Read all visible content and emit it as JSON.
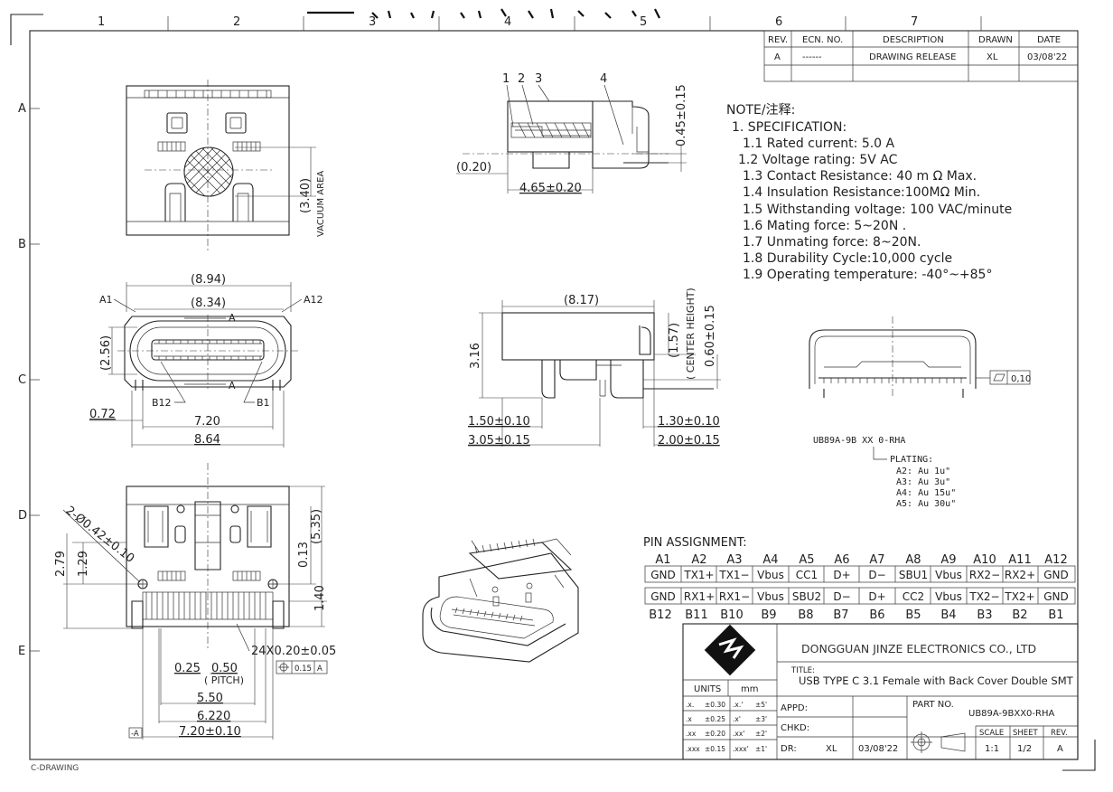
{
  "grid": {
    "columns": [
      "1",
      "2",
      "3",
      "4",
      "5",
      "6",
      "7"
    ],
    "rows": [
      "A",
      "B",
      "C",
      "D",
      "E"
    ]
  },
  "revision_table": {
    "headers": [
      "REV.",
      "ECN. NO.",
      "DESCRIPTION",
      "DRAWN",
      "DATE"
    ],
    "row": [
      "A",
      "------",
      "DRAWING RELEASE",
      "XL",
      "03/08'22"
    ]
  },
  "notes": {
    "heading": "NOTE/注释:",
    "section": "1. SPECIFICATION:",
    "items": [
      "1.1  Rated current: 5.0 A",
      "1.2 Voltage rating: 5V AC",
      "1.3  Contact Resistance: 40 m Ω Max.",
      "1.4  Insulation Resistance:100MΩ Min.",
      "1.5  Withstanding voltage: 100 VAC/minute",
      "1.6  Mating force: 5~20N .",
      "1.7  Unmating force: 8~20N.",
      "1.8  Durability Cycle:10,000  cycle",
      "1.9 Operating temperature: -40°~+85°"
    ]
  },
  "top_view": {
    "dim_340": "(3.40)",
    "vacuum": "VACUUM AREA"
  },
  "side_view": {
    "callouts": [
      "1",
      "2",
      "3",
      "4"
    ],
    "dim_045": "0.45±0.15",
    "dim_020": "(0.20)",
    "dim_465": "4.65±0.20"
  },
  "front_view": {
    "dim_894": "(8.94)",
    "dim_834": "(8.34)",
    "a1": "A1",
    "a12": "A12",
    "a": "A",
    "a_bottom": "A",
    "b12": "B12",
    "b1": "B1",
    "dim_256": "(2.56)",
    "dim_072": "0.72",
    "dim_720": "7.20",
    "dim_864": "8.64"
  },
  "section_view": {
    "dim_817": "(8.17)",
    "dim_316": "3.16",
    "dim_157": "(1.57)",
    "center_height": "( CENTER HEIGHT)",
    "dim_060": "0.60±0.15",
    "dim_150": "1.50±0.10",
    "dim_305": "3.05±0.15",
    "dim_130": "1.30±0.10",
    "dim_200": "2.00±0.15"
  },
  "end_view": {
    "flatness": "0,10"
  },
  "part_code": {
    "code": "UB89A-9B XX 0-RHA",
    "plating_label": "PLATING:",
    "plating": [
      "A2:  Au  1u\"",
      "A3:  Au  3u\"",
      "A4:  Au  15u\"",
      "A5:  Au  30u\""
    ]
  },
  "bottom_view": {
    "dim_holes": "2-Ø0.42±0.10",
    "dim_279": "2.79",
    "dim_129": "1.29",
    "dim_535": "(5.35)",
    "dim_013": "0.13",
    "dim_140": "1.40",
    "dim_24x": "24X0.20±0.05",
    "dim_025": "0.25",
    "dim_050": "0.50",
    "pitch": "( PITCH)",
    "position_tol": "0.15",
    "datum": "A",
    "dim_550": "5.50",
    "dim_622": "6.220",
    "dim_720": "7.20±0.10",
    "datum_box": "-A"
  },
  "pin_assignment": {
    "title": "PIN ASSIGNMENT:",
    "top_labels": [
      "A1",
      "A2",
      "A3",
      "A4",
      "A5",
      "A6",
      "A7",
      "A8",
      "A9",
      "A10",
      "A11",
      "A12"
    ],
    "row_a": [
      "GND",
      "TX1+",
      "TX1−",
      "Vbus",
      "CC1",
      "D+",
      "D−",
      "SBU1",
      "Vbus",
      "RX2−",
      "RX2+",
      "GND"
    ],
    "row_b": [
      "GND",
      "RX1+",
      "RX1−",
      "Vbus",
      "SBU2",
      "D−",
      "D+",
      "CC2",
      "Vbus",
      "TX2−",
      "TX2+",
      "GND"
    ],
    "bottom_labels": [
      "B12",
      "B11",
      "B10",
      "B9",
      "B8",
      "B7",
      "B6",
      "B5",
      "B4",
      "B3",
      "B2",
      "B1"
    ]
  },
  "title_block": {
    "company": "DONGGUAN  JINZE  ELECTRONICS  CO.,  LTD",
    "title_label": "TITLE:",
    "title": "USB TYPE C 3.1 Female with Back Cover Double SMT",
    "units_label": "UNITS",
    "units_value": "mm",
    "tolerances": [
      [
        ".x.",
        "±0.30",
        ".x.'",
        "±5'"
      ],
      [
        ".x",
        "±0.25",
        ".x'",
        "±3'"
      ],
      [
        ".xx",
        "±0.20",
        ".xx'",
        "±2'"
      ],
      [
        ".xxx",
        "±0.15",
        ".xxx'",
        "±1'"
      ]
    ],
    "appd_label": "APPD:",
    "chkd_label": "CHKD:",
    "dr_label": "DR:",
    "dr_value": "XL",
    "dr_date": "03/08'22",
    "part_no_label": "PART  NO.",
    "part_no": "UB89A-9BXX0-RHA",
    "scale_label": "SCALE",
    "sheet_label": "SHEET",
    "rev_label": "REV.",
    "scale": "1:1",
    "sheet": "1/2",
    "rev": "A"
  },
  "footer": "C-DRAWING"
}
